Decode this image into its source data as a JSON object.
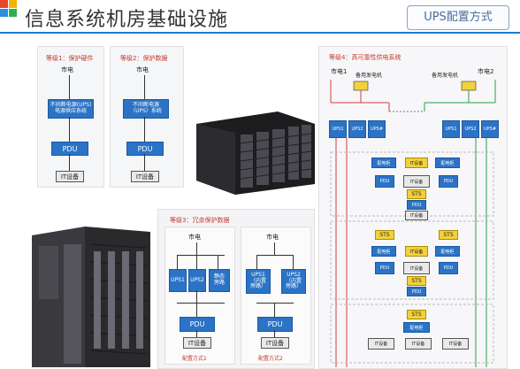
{
  "header": {
    "title": "信息系统机房基础设施",
    "badge": "UPS配置方式"
  },
  "level1": {
    "label": "等级1：保护硬件",
    "mains": "市电",
    "ups": "不间断电源(UPS)\n电源供应系统",
    "pdu": "PDU",
    "it": "IT设备"
  },
  "level2": {
    "label": "等级2：保护数据",
    "mains": "市电",
    "ups": "不间断电源\n（UPS）系统",
    "pdu": "PDU",
    "it": "IT设备"
  },
  "level3": {
    "label": "等级3：冗余保护数据",
    "a": {
      "mains": "市电",
      "ups1": "UPS1",
      "ups2": "UPS2",
      "bypass": "静态\n旁路",
      "pdu": "PDU",
      "it": "IT设备",
      "caption": "配置方式1"
    },
    "b": {
      "mains": "市电",
      "ups1": "UPS1\n（内置\n旁路）",
      "ups2": "UPS2\n（内置\n旁路）",
      "pdu": "PDU",
      "it": "IT设备",
      "caption": "配置方式2"
    }
  },
  "level4": {
    "label": "等级4：高可靠性供电系统",
    "mains1": "市电1",
    "gen1": "备用发电机",
    "gen2": "备用发电机",
    "mains2": "市电2",
    "upsLeft": [
      "UPS1",
      "UPS2",
      "UPS#"
    ],
    "upsRight": [
      "UPS1",
      "UPS2",
      "UPS#"
    ],
    "box_pdu": "PDU",
    "box_it": "IT设备",
    "box_sts": "STS",
    "box_pdc": "配电柜",
    "box_itcab": "IT设备"
  },
  "colors": {
    "accent": "#1f7bd1",
    "box": "#2b73c6",
    "red": "#d43c3c",
    "green": "#2e9e3e",
    "sts": "#f2d13a",
    "level": "#c0392b"
  }
}
